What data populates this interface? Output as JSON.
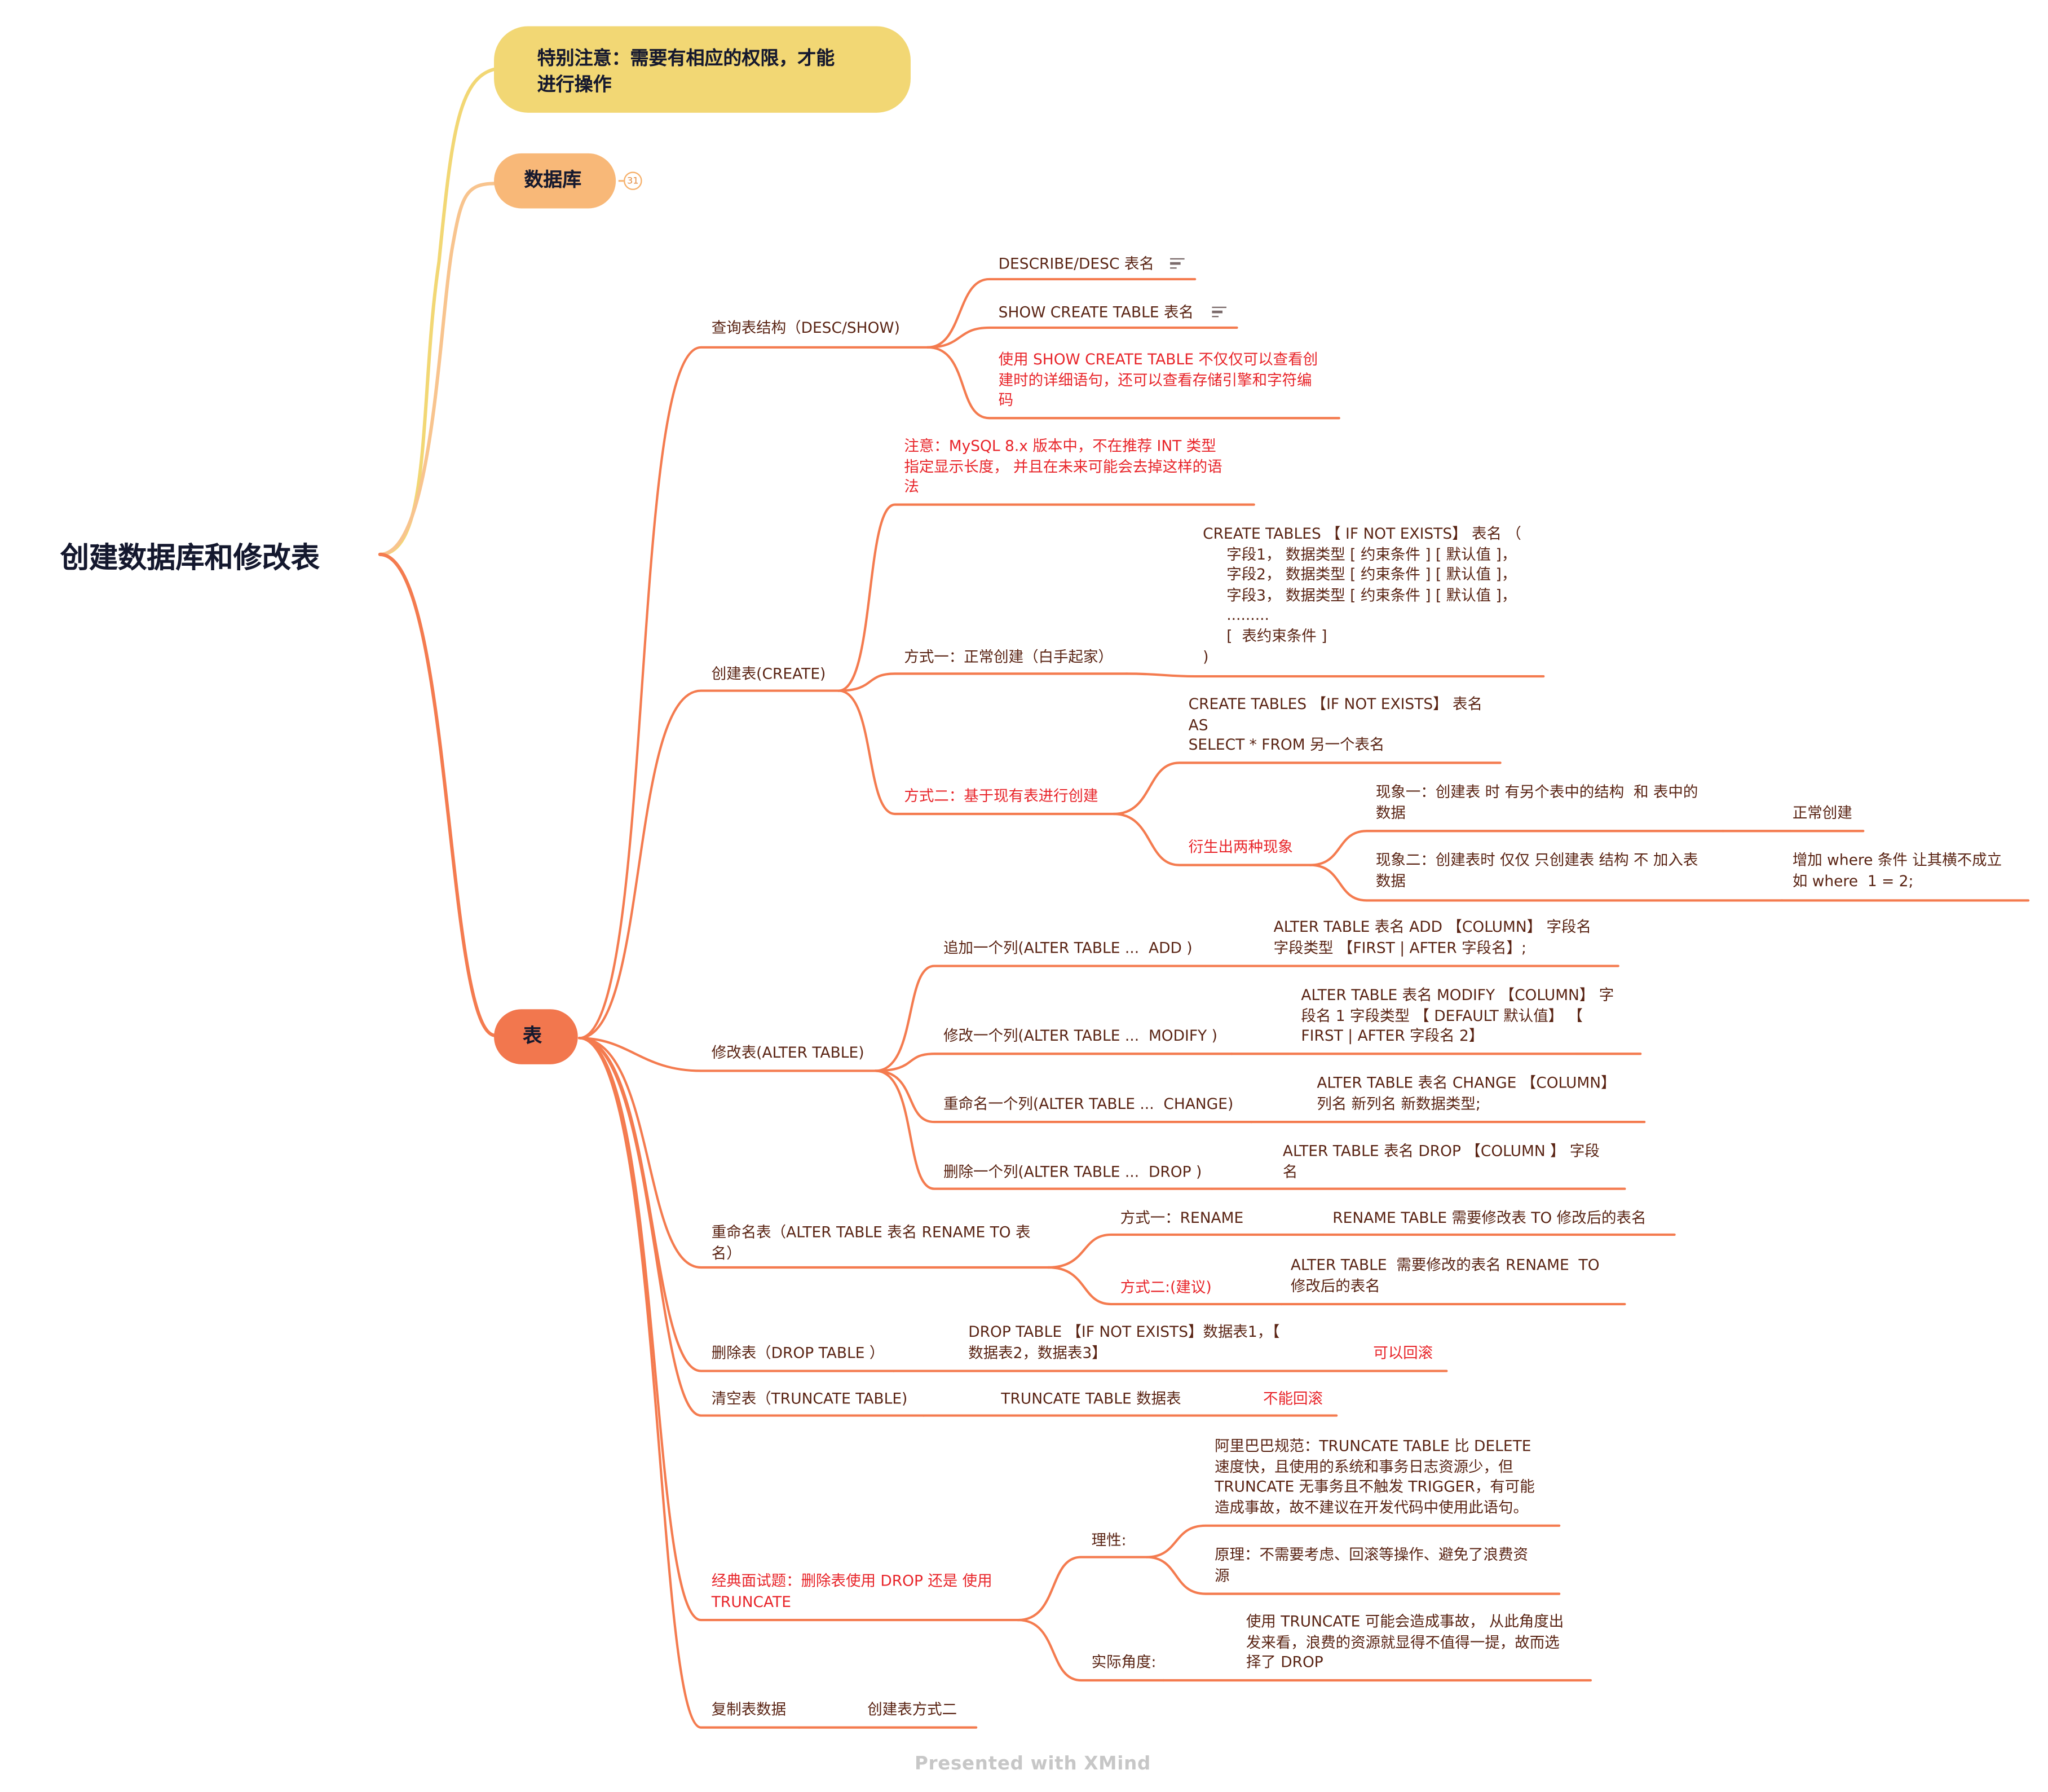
{
  "root": {
    "title": "创建数据库和修改表"
  },
  "topics": {
    "notice": "特别注意：需要有相应的权限，才能\n进行操作",
    "database": "数据库",
    "database_badge": "31",
    "table": "表"
  },
  "query": {
    "label": "查询表结构（DESC/SHOW)",
    "desc": "DESCRIBE/DESC 表名",
    "show": "SHOW CREATE TABLE 表名",
    "note": "使用 SHOW CREATE TABLE 不仅仅可以查看创\n建时的详细语句，还可以查看存储引擎和字符编\n码"
  },
  "create": {
    "label": "创建表(CREATE)",
    "mysql_note": "注意：MySQL 8.x 版本中，不在推荐 INT 类型\n指定显示长度， 并且在未来可能会去掉这样的语\n法",
    "method1": "方式一：正常创建（白手起家）",
    "method1_sql": "CREATE TABLES 【 IF NOT EXISTS】 表名 （\n     字段1， 数据类型 [ 约束条件 ] [ 默认值 ]，\n     字段2， 数据类型 [ 约束条件 ] [ 默认值 ]，\n     字段3， 数据类型 [ 约束条件 ] [ 默认值 ]，\n     .........\n     [  表约束条件 ]\n)",
    "method2": "方式二：基于现有表进行创建",
    "method2_sql": "CREATE TABLES 【IF NOT EXISTS】 表名\nAS\nSELECT * FROM 另一个表名",
    "phenomena": "衍生出两种现象",
    "p1": "现象一：创建表 时 有另个表中的结构  和 表中的\n数据",
    "p1_result": "正常创建",
    "p2": "现象二：创建表时 仅仅 只创建表 结构 不 加入表\n数据",
    "p2_result": "增加 where 条件 让其横不成立\n如 where  1 = 2;"
  },
  "alter": {
    "label": "修改表(ALTER TABLE)",
    "add": "追加一个列(ALTER TABLE ...  ADD )",
    "add_sql": "ALTER TABLE 表名 ADD 【COLUMN】 字段名\n字段类型 【FIRST | AFTER 字段名】;",
    "modify": "修改一个列(ALTER TABLE ...  MODIFY )",
    "modify_sql": "ALTER TABLE 表名 MODIFY 【COLUMN】 字\n段名 1 字段类型 【 DEFAULT 默认值】 【\nFIRST | AFTER 字段名 2】",
    "change": "重命名一个列(ALTER TABLE ...  CHANGE)",
    "change_sql": "ALTER TABLE 表名 CHANGE 【COLUMN】\n列名 新列名 新数据类型;",
    "drop": "删除一个列(ALTER TABLE ...  DROP )",
    "drop_sql": "ALTER TABLE 表名 DROP 【COLUMN 】 字段\n名"
  },
  "rename": {
    "label": "重命名表（ALTER TABLE 表名 RENAME TO 表\n名）",
    "m1": "方式一：RENAME",
    "m1_sql": "RENAME TABLE 需要修改表 TO 修改后的表名",
    "m2": "方式二:(建议)",
    "m2_sql": "ALTER TABLE  需要修改的表名 RENAME  TO\n修改后的表名"
  },
  "droptable": {
    "label": "删除表（DROP TABLE ）",
    "sql": "DROP TABLE 【IF NOT EXISTS】数据表1，【\n数据表2，数据表3】",
    "note": "可以回滚"
  },
  "truncate": {
    "label": "清空表（TRUNCATE TABLE)",
    "sql": "TRUNCATE TABLE 数据表",
    "note": "不能回滚"
  },
  "interview": {
    "label": "经典面试题：删除表使用 DROP 还是 使用\nTRUNCATE",
    "rational": "理性:",
    "alibaba": "阿里巴巴规范：TRUNCATE TABLE 比 DELETE\n速度快，且使用的系统和事务日志资源少，但\nTRUNCATE 无事务且不触发 TRIGGER，有可能\n造成事故，故不建议在开发代码中使用此语句。",
    "principle": "原理：不需要考虑、回滚等操作、避免了浪费资\n源",
    "practical": "实际角度:",
    "practical_text": "使用 TRUNCATE 可能会造成事故， 从此角度出\n发来看，浪费的资源就显得不值得一提，故而选\n择了 DROP"
  },
  "copy": {
    "label": "复制表数据",
    "value": "创建表方式二"
  },
  "footer": "Presented with XMind",
  "colors": {
    "branch": "#f47b4f",
    "notice_bg": "#f2d774",
    "database_bg": "#f8b878",
    "table_bg": "#f2774e",
    "red_text": "#e8252a",
    "node_text": "#5a2414"
  }
}
